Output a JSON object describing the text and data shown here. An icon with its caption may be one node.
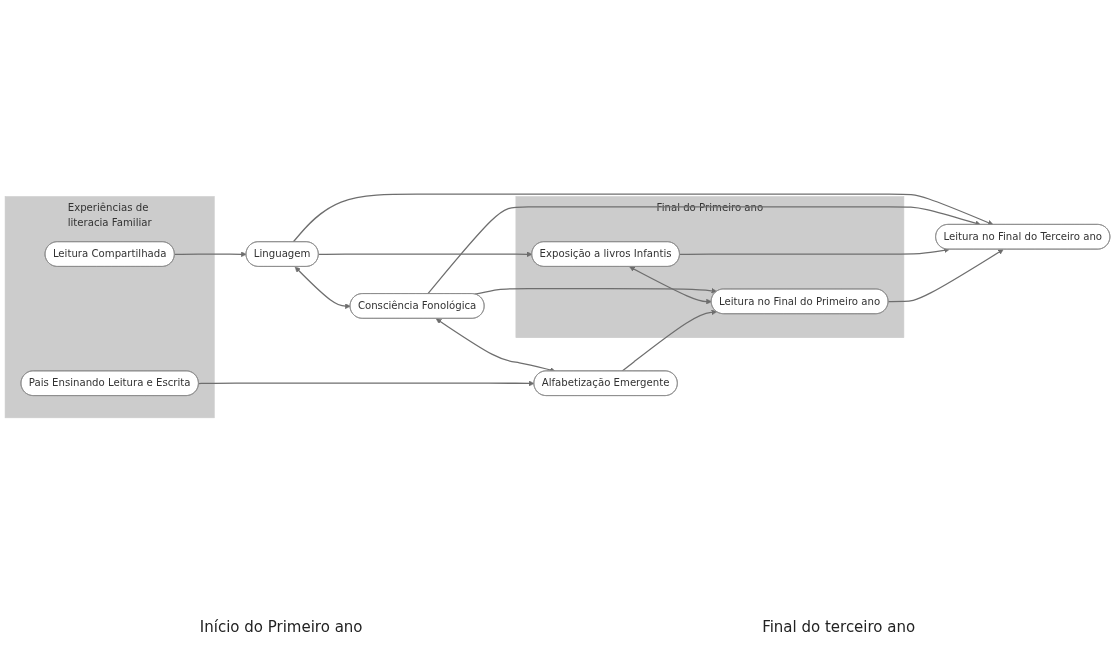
{
  "diagram": {
    "nodes": [
      {
        "text": [
          "Experiências de literacia Familiar"
        ]
      },
      {
        "text": [
          "Leitura Compartilhada"
        ],
        "in": 0
      },
      {
        "text": [
          "Pais Ensinando Leitura e Escrita"
        ],
        "in": 0
      },
      {
        "text": [
          "Linguagem"
        ]
      },
      {
        "text": [
          "Consciência Fonológica"
        ]
      },
      {
        "text": [
          "Alfabetização Emergente"
        ]
      },
      {
        "text": [
          "Final do Primeiro ano"
        ]
      },
      {
        "text": [
          "Exposição a livros Infantis"
        ],
        "in": 6
      },
      {
        "text": [
          "Leitura no Final do Primeiro ano"
        ],
        "in": 6
      },
      {
        "text": [
          "Leitura no Final do Terceiro ano"
        ]
      }
    ],
    "edges": [
      {
        "from": 1,
        "to": 3,
        "arrow": "to"
      },
      {
        "from": 3,
        "to": 7,
        "arrow": "to"
      },
      {
        "from": 3,
        "to": 9,
        "arrow": "to"
      },
      {
        "from": 3,
        "to": 4,
        "arrow": "both"
      },
      {
        "from": 4,
        "to": 5,
        "arrow": "both"
      },
      {
        "from": 4,
        "to": 8,
        "arrow": "to"
      },
      {
        "from": 4,
        "to": 9,
        "arrow": "to"
      },
      {
        "from": 7,
        "to": 8,
        "arrow": "both"
      },
      {
        "from": 7,
        "to": 9,
        "arrow": "to"
      },
      {
        "from": 2,
        "to": 5,
        "arrow": "to"
      },
      {
        "from": 5,
        "to": 8,
        "arrow": "to"
      },
      {
        "from": 8,
        "to": 9,
        "arrow": "to"
      }
    ],
    "labels": [
      "Início do Primeiro ano",
      "Final do terceiro ano"
    ]
  }
}
